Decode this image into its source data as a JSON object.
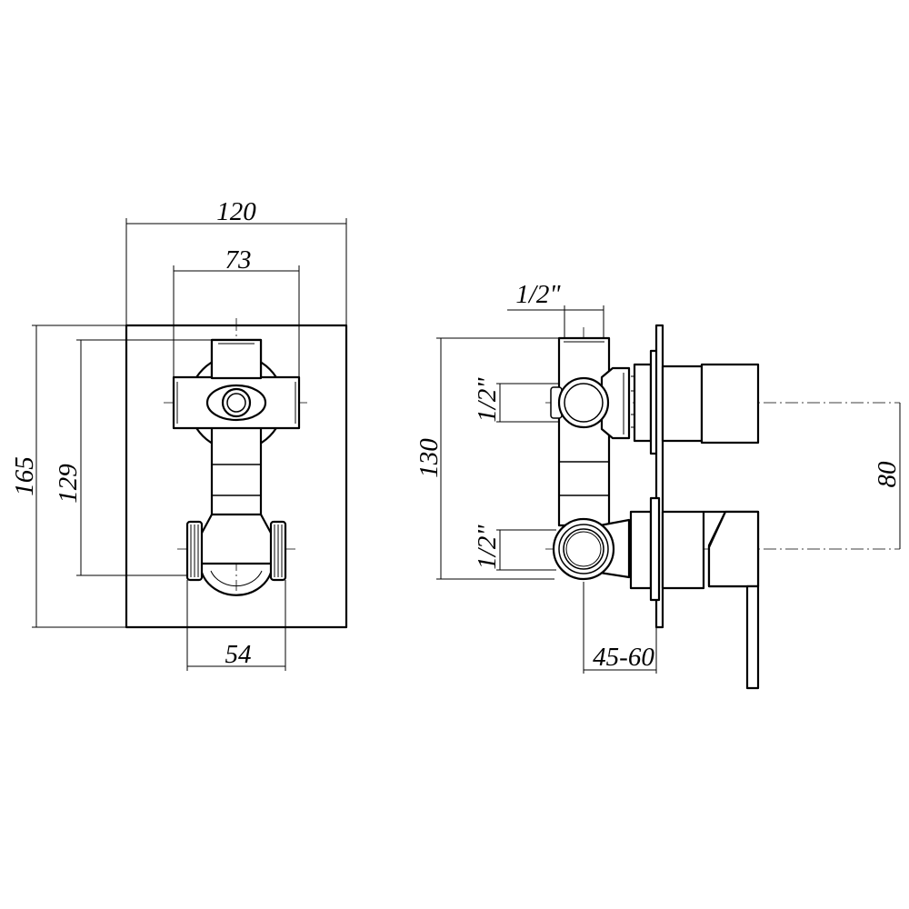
{
  "front_view": {
    "dim_width": "120",
    "dim_control_spacing": "73",
    "dim_height": "165",
    "dim_inner_height": "129",
    "dim_outlet_spacing": "54"
  },
  "side_view": {
    "dim_pipe_top": "1/2\"",
    "dim_inlet_upper": "1/2\"",
    "dim_inlet_lower": "1/2\"",
    "dim_body_height": "130",
    "dim_axis_spacing": "80",
    "dim_wall_depth": "45-60"
  }
}
